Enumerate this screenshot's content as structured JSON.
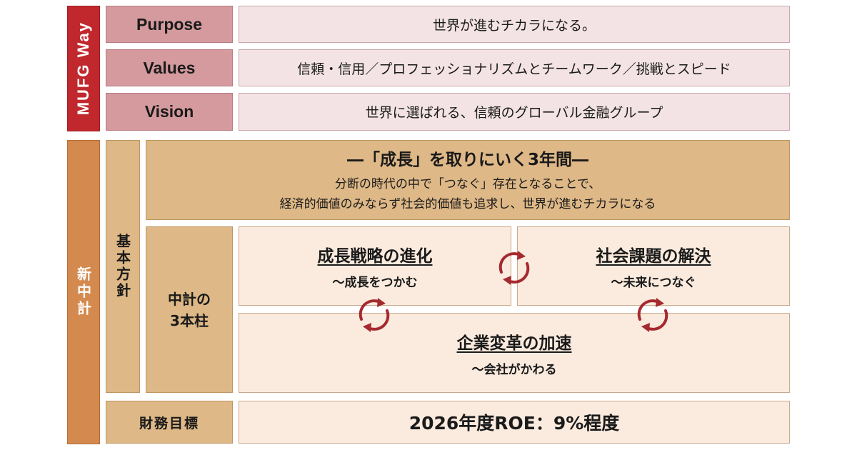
{
  "mufg_way": {
    "side_label": "MUFG Way",
    "rows": [
      {
        "key": "Purpose",
        "value": "世界が進むチカラになる。"
      },
      {
        "key": "Values",
        "value": "信頼・信用／プロフェッショナリズムとチームワーク／挑戦とスピード"
      },
      {
        "key": "Vision",
        "value": "世界に選ばれる、信頼のグローバル金融グループ"
      }
    ]
  },
  "plan": {
    "side_label": "新中計",
    "basic_policy_label": "基本方針",
    "policy": {
      "title": "―「成長」を取りにいく3年間―",
      "line1": "分断の時代の中で「つなぐ」存在となることで、",
      "line2": "経済的価値のみならず社会的価値も追求し、世界が進むチカラになる"
    },
    "pillars_label_line1": "中計の",
    "pillars_label_line2": "3本柱",
    "pillars": [
      {
        "title": "成長戦略の進化",
        "subtitle": "～成長をつかむ"
      },
      {
        "title": "社会課題の解決",
        "subtitle": "～未来につなぐ"
      },
      {
        "title": "企業変革の加速",
        "subtitle": "～会社がかわる"
      }
    ],
    "financial_label": "財務目標",
    "financial_target": "2026年度ROE：9%程度"
  },
  "colors": {
    "mufg_red": "#c0282d",
    "plan_orange": "#d48a4e",
    "key_pink": "#d49a9e",
    "value_pink": "#f3e3e4",
    "tan": "#deb887",
    "light_tan": "#fbebde",
    "cycle_arrow": "#a52a2f"
  },
  "icons": [
    "cycle-arrows-icon"
  ]
}
